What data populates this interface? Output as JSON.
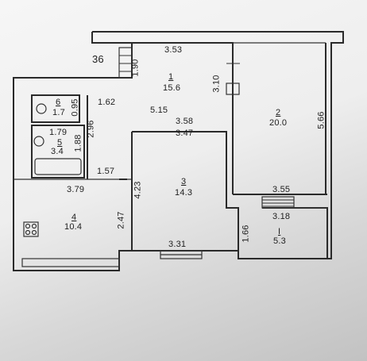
{
  "plan": {
    "top_left_label": "36",
    "dimensions": {
      "d_3_53": "3.53",
      "d_1_90": "1.90",
      "d_3_10": "3.10",
      "d_5_66": "5.66",
      "d_0_95": "0.95",
      "d_1_62": "1.62",
      "d_5_15": "5.15",
      "d_3_58": "3.58",
      "d_3_47": "3.47",
      "d_2_96": "2.96",
      "d_1_88": "1.88",
      "d_1_79": "1.79",
      "d_1_57": "1.57",
      "d_4_23": "4.23",
      "d_3_79": "3.79",
      "d_2_47": "2.47",
      "d_3_55": "3.55",
      "d_3_18": "3.18",
      "d_1_66": "1.66",
      "d_3_31": "3.31"
    },
    "rooms": [
      {
        "number": "1",
        "area": "15.6"
      },
      {
        "number": "2",
        "area": "20.0"
      },
      {
        "number": "3",
        "area": "14.3"
      },
      {
        "number": "4",
        "area": "10.4"
      },
      {
        "number": "I",
        "area": "5.3"
      },
      {
        "number": "6",
        "area": "1.7"
      },
      {
        "number": "5",
        "area": "3.4"
      }
    ]
  }
}
